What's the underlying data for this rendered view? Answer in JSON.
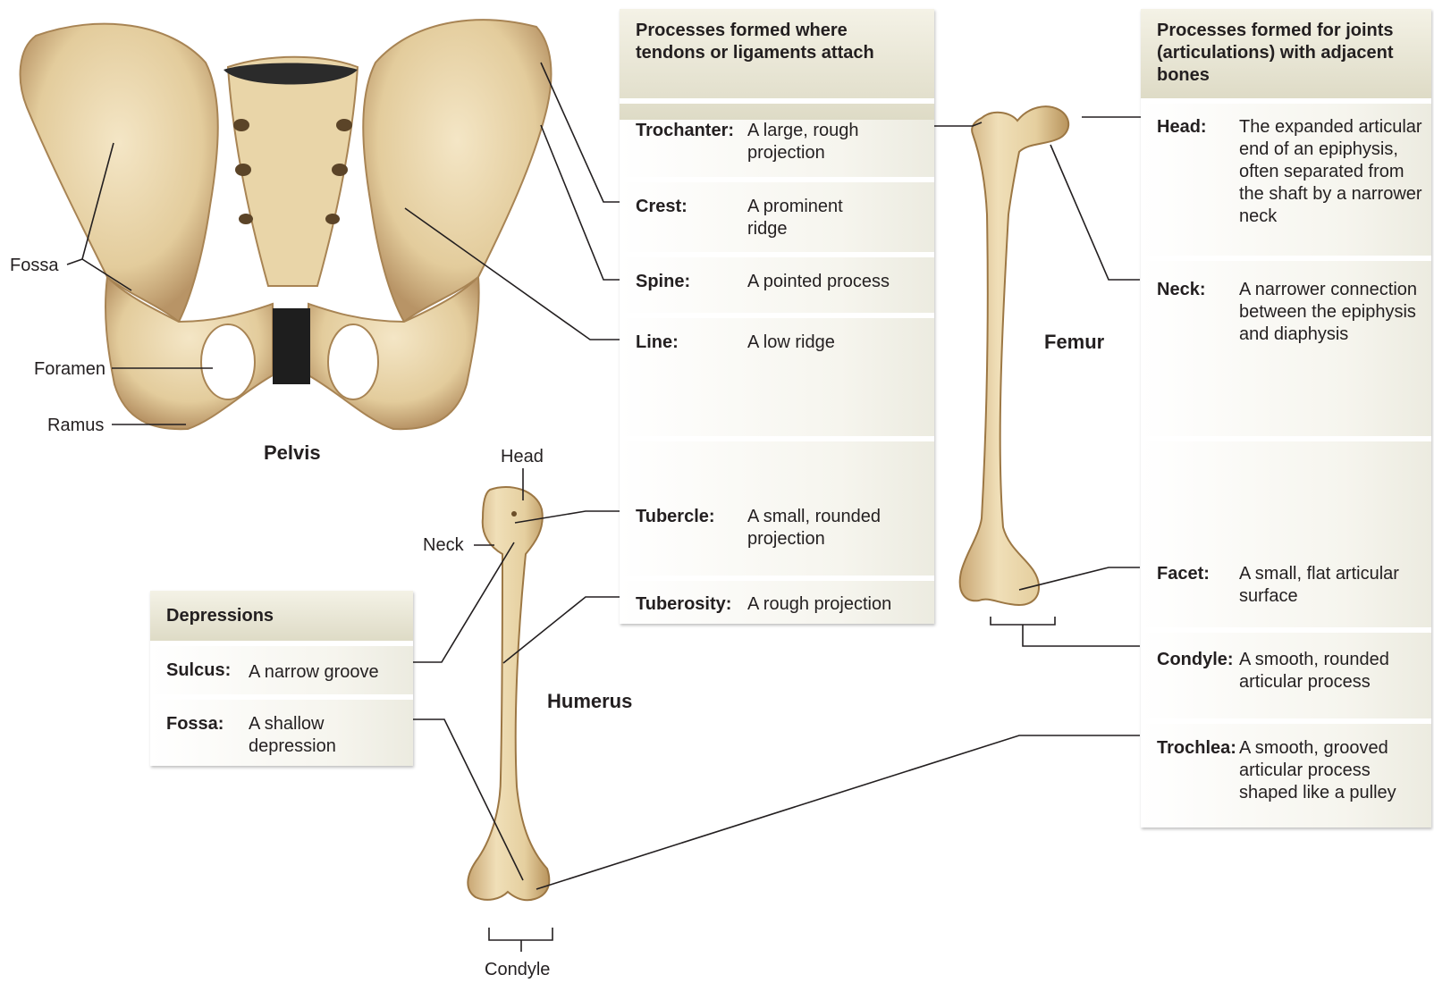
{
  "panels": {
    "tendons": {
      "title": "Processes formed where tendons or ligaments attach",
      "rows": [
        {
          "term": "Trochanter:",
          "def": "A large, rough projection"
        },
        {
          "term": "Crest:",
          "def": "A prominent ridge"
        },
        {
          "term": "Spine:",
          "def": "A pointed process"
        },
        {
          "term": "Line:",
          "def": "A low ridge"
        },
        {
          "term": "Tubercle:",
          "def": "A small, rounded projection"
        },
        {
          "term": "Tuberosity:",
          "def": "A rough projection"
        }
      ]
    },
    "joints": {
      "title": "Processes formed for joints (articulations) with adjacent bones",
      "rows": [
        {
          "term": "Head:",
          "def": "The expanded articular end of an epiphysis, often separated from the shaft by a narrower neck"
        },
        {
          "term": "Neck:",
          "def": "A narrower connection between the epiphysis and diaphysis"
        },
        {
          "term": "Facet:",
          "def": "A small, flat articular surface"
        },
        {
          "term": "Condyle:",
          "def": "A smooth, rounded articular process"
        },
        {
          "term": "Trochlea:",
          "def": "A smooth, grooved articular process shaped like a pulley"
        }
      ]
    },
    "depressions": {
      "title": "Depressions",
      "rows": [
        {
          "term": "Sulcus:",
          "def": "A narrow groove"
        },
        {
          "term": "Fossa:",
          "def": "A shallow depression"
        }
      ]
    }
  },
  "bones": {
    "pelvis": "Pelvis",
    "humerus": "Humerus",
    "femur": "Femur"
  },
  "pelvis_labels": {
    "fossa": "Fossa",
    "foramen": "Foramen",
    "ramus": "Ramus"
  },
  "humerus_labels": {
    "head": "Head",
    "neck": "Neck",
    "condyle": "Condyle"
  },
  "colors": {
    "bone": "#e8d3a6",
    "bone_shadow": "#b48d55",
    "panel_header": "#dedbc6",
    "line": "#231f20"
  }
}
